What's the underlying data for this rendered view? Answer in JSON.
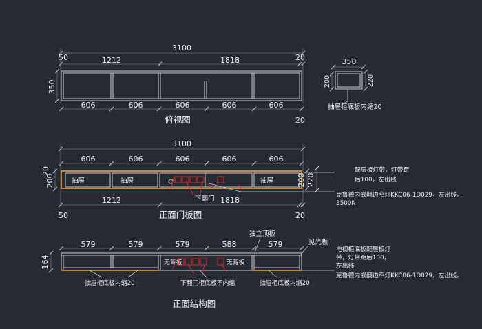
{
  "views": {
    "top_view": {
      "title": "俯视图",
      "overall": "3100",
      "left_end": "50",
      "right_end": "20",
      "seg_a": "1212",
      "seg_b": "1818",
      "depth": "350",
      "modules": [
        "606",
        "606",
        "606",
        "606",
        "606"
      ],
      "bottom_right": "20"
    },
    "side_view": {
      "width": "350",
      "depth_outer": "220",
      "depth_inner": "200",
      "note": "抽屉柜底板内缩20"
    },
    "door_view": {
      "title": "正面门板图",
      "overall": "3100",
      "modules": [
        "606",
        "606",
        "606",
        "606",
        "606"
      ],
      "left_top": "20",
      "left_height": "200",
      "right_inner": "200",
      "right_outer": "220",
      "drawer_label_1": "抽屉",
      "drawer_label_2": "抽屉",
      "drawer_label_3": "抽屉",
      "flip_door": "下翻门",
      "seg_a": "1212",
      "seg_b": "1818",
      "left_end": "50",
      "right_end": "20",
      "note_1_line1": "配层板灯带，灯带距",
      "note_1_line2": "后100，左出线",
      "note_2_line1": "克鲁德内嵌翻边窄灯KKC06-1D029，左出线。",
      "note_2_line2": "3500K"
    },
    "structure_view": {
      "title": "正面结构图",
      "modules": [
        "579",
        "579",
        "579",
        "588",
        "579"
      ],
      "top_board": "独立顶板",
      "visible_board": "见光板",
      "height": "164",
      "no_back_1": "无背板",
      "no_back_2": "无背板",
      "note_drawer_left": "抽屉柜底板内缩20",
      "note_flip": "下翻门柜底板不内缩",
      "note_drawer_right": "抽屉柜底板内缩20",
      "note_tv_line1": "电视柜底板配层板灯",
      "note_tv_line2": "带，灯带距后100，",
      "note_tv_line3": "左出线",
      "note_tv_line4": "克鲁德内嵌翻边窄灯KKC06-1D029，左出线。"
    }
  },
  "colors": {
    "background": "#262a33",
    "linework": "#c9ccd2",
    "dimension": "#6d727b",
    "orange_outline": "#e8a23a",
    "red_markers": "#e02a2a",
    "text": "#eceff4"
  }
}
